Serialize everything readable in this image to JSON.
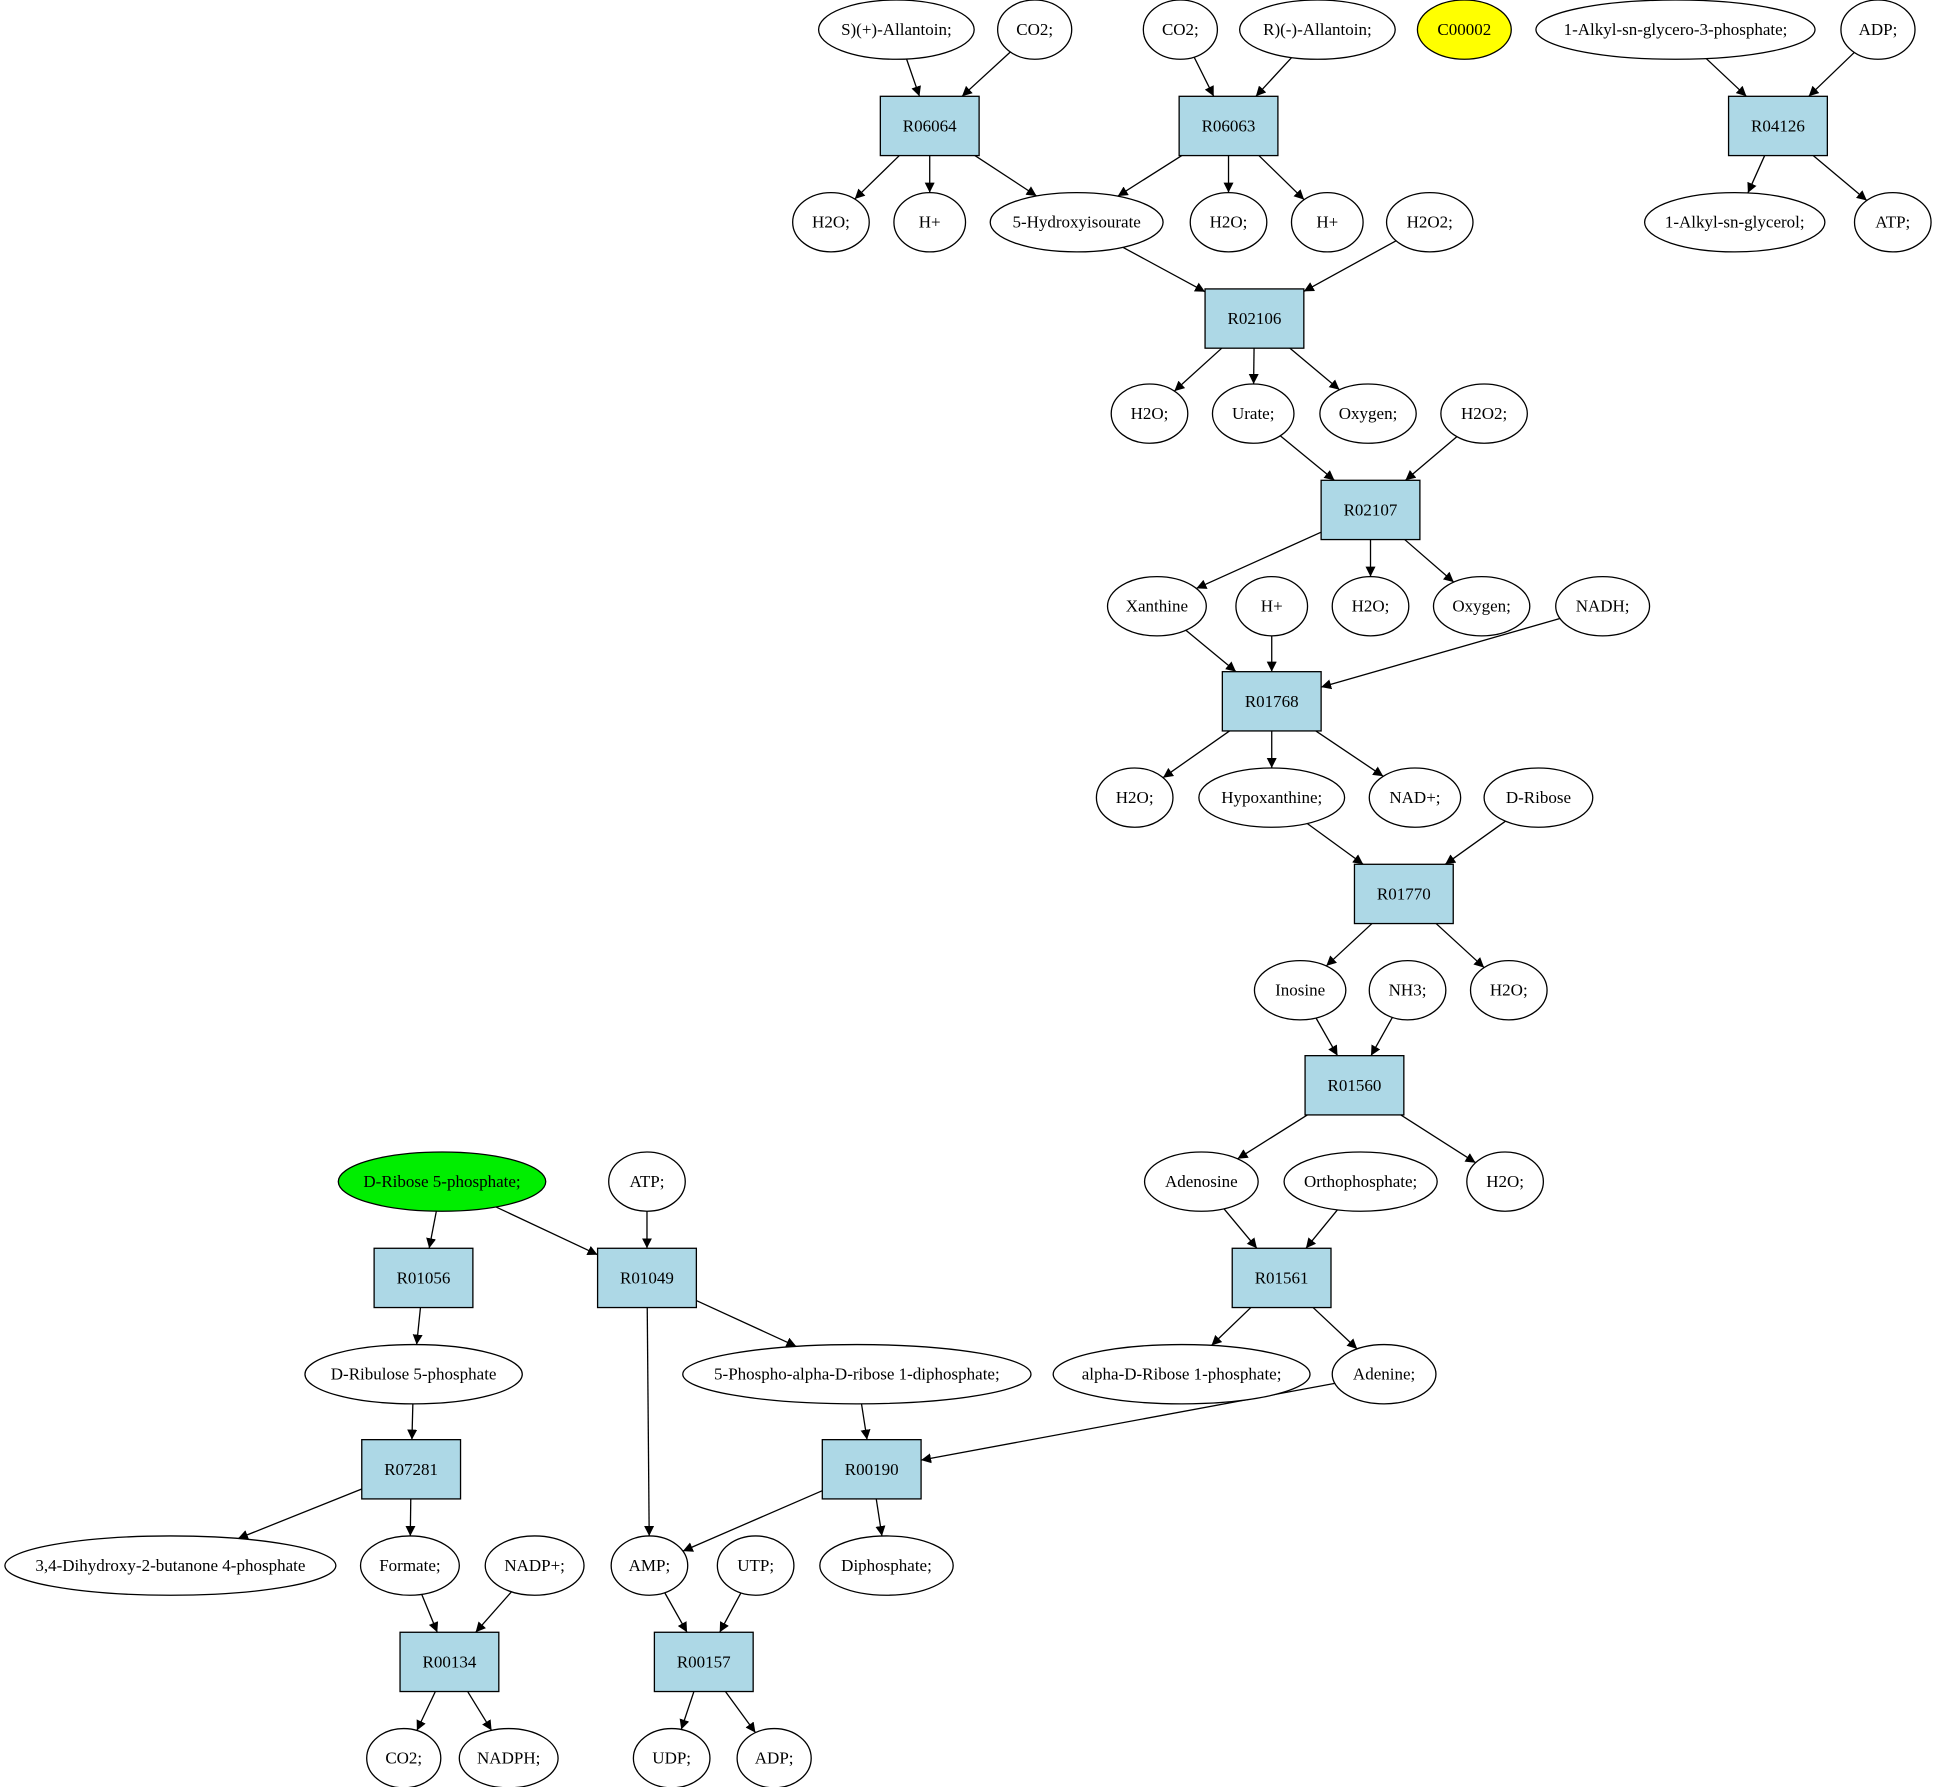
{
  "compounds": {
    "c_sallantoin": "S)(+)-Allantoin;",
    "c_co2_a": "CO2;",
    "c_co2_b": "CO2;",
    "c_rallantoin": "R)(-)-Allantoin;",
    "c_C00002": "C00002",
    "c_alkylg3p": "1-Alkyl-sn-glycero-3-phosphate;",
    "c_adp_top": "ADP;",
    "c_h2o_1": "H2O;",
    "c_hplus_1": "H+",
    "c_5hiu": "5-Hydroxyisourate",
    "c_h2o_2": "H2O;",
    "c_hplus_2": "H+",
    "c_h2o2_1": "H2O2;",
    "c_alkylglycerol": "1-Alkyl-sn-glycerol;",
    "c_atp_top": "ATP;",
    "c_h2o_3": "H2O;",
    "c_urate": "Urate;",
    "c_oxygen_1": "Oxygen;",
    "c_h2o2_2": "H2O2;",
    "c_xanthine": "Xanthine",
    "c_hplus_3": "H+",
    "c_h2o_4": "H2O;",
    "c_oxygen_2": "Oxygen;",
    "c_nadh": "NADH;",
    "c_h2o_5": "H2O;",
    "c_hypoxanthine": "Hypoxanthine;",
    "c_nadplus": "NAD+;",
    "c_dribose": "D-Ribose",
    "c_inosine": "Inosine",
    "c_nh3": "NH3;",
    "c_h2o_6": "H2O;",
    "c_adenosine": "Adenosine",
    "c_orthophosphate": "Orthophosphate;",
    "c_h2o_7": "H2O;",
    "c_r5p": "D-Ribose 5-phosphate;",
    "c_atp_mid": "ATP;",
    "c_ru5p": "D-Ribulose 5-phosphate",
    "c_prpp": "5-Phospho-alpha-D-ribose 1-diphosphate;",
    "c_ar1p": "alpha-D-Ribose 1-phosphate;",
    "c_adenine": "Adenine;",
    "c_dhbp": "3,4-Dihydroxy-2-butanone 4-phosphate",
    "c_formate": "Formate;",
    "c_nadpplus": "NADP+;",
    "c_amp": "AMP;",
    "c_utp": "UTP;",
    "c_diphosphate": "Diphosphate;",
    "c_co2_c": "CO2;",
    "c_nadph": "NADPH;",
    "c_udp": "UDP;",
    "c_adp_bot": "ADP;"
  },
  "reactions": {
    "r_R06064": "R06064",
    "r_R06063": "R06063",
    "r_R04126": "R04126",
    "r_R02106": "R02106",
    "r_R02107": "R02107",
    "r_R01768": "R01768",
    "r_R01770": "R01770",
    "r_R01560": "R01560",
    "r_R01561": "R01561",
    "r_R01056": "R01056",
    "r_R01049": "R01049",
    "r_R00190": "R00190",
    "r_R07281": "R07281",
    "r_R00134": "R00134",
    "r_R00157": "R00157"
  },
  "highlights": {
    "c_r5p": "#00ee00",
    "c_C00002": "#ffff00"
  },
  "edges": [
    [
      "c_sallantoin",
      "r_R06064"
    ],
    [
      "c_co2_a",
      "r_R06064"
    ],
    [
      "r_R06064",
      "c_h2o_1"
    ],
    [
      "r_R06064",
      "c_hplus_1"
    ],
    [
      "r_R06064",
      "c_5hiu"
    ],
    [
      "c_co2_b",
      "r_R06063"
    ],
    [
      "c_rallantoin",
      "r_R06063"
    ],
    [
      "r_R06063",
      "c_5hiu"
    ],
    [
      "r_R06063",
      "c_h2o_2"
    ],
    [
      "r_R06063",
      "c_hplus_2"
    ],
    [
      "c_alkylg3p",
      "r_R04126"
    ],
    [
      "c_adp_top",
      "r_R04126"
    ],
    [
      "r_R04126",
      "c_alkylglycerol"
    ],
    [
      "r_R04126",
      "c_atp_top"
    ],
    [
      "c_5hiu",
      "r_R02106"
    ],
    [
      "c_h2o2_1",
      "r_R02106"
    ],
    [
      "r_R02106",
      "c_h2o_3"
    ],
    [
      "r_R02106",
      "c_urate"
    ],
    [
      "r_R02106",
      "c_oxygen_1"
    ],
    [
      "c_urate",
      "r_R02107"
    ],
    [
      "c_h2o2_2",
      "r_R02107"
    ],
    [
      "r_R02107",
      "c_xanthine"
    ],
    [
      "r_R02107",
      "c_h2o_4"
    ],
    [
      "r_R02107",
      "c_oxygen_2"
    ],
    [
      "c_xanthine",
      "r_R01768"
    ],
    [
      "c_hplus_3",
      "r_R01768"
    ],
    [
      "c_nadh",
      "r_R01768"
    ],
    [
      "r_R01768",
      "c_h2o_5"
    ],
    [
      "r_R01768",
      "c_hypoxanthine"
    ],
    [
      "r_R01768",
      "c_nadplus"
    ],
    [
      "c_hypoxanthine",
      "r_R01770"
    ],
    [
      "c_dribose",
      "r_R01770"
    ],
    [
      "r_R01770",
      "c_inosine"
    ],
    [
      "r_R01770",
      "c_h2o_6"
    ],
    [
      "c_inosine",
      "r_R01560"
    ],
    [
      "c_nh3",
      "r_R01560"
    ],
    [
      "r_R01560",
      "c_adenosine"
    ],
    [
      "r_R01560",
      "c_h2o_7"
    ],
    [
      "c_adenosine",
      "r_R01561"
    ],
    [
      "c_orthophosphate",
      "r_R01561"
    ],
    [
      "r_R01561",
      "c_ar1p"
    ],
    [
      "r_R01561",
      "c_adenine"
    ],
    [
      "c_r5p",
      "r_R01056"
    ],
    [
      "c_r5p",
      "r_R01049"
    ],
    [
      "c_atp_mid",
      "r_R01049"
    ],
    [
      "r_R01056",
      "c_ru5p"
    ],
    [
      "r_R01049",
      "c_prpp"
    ],
    [
      "r_R01049",
      "c_amp"
    ],
    [
      "c_ru5p",
      "r_R07281"
    ],
    [
      "r_R07281",
      "c_dhbp"
    ],
    [
      "r_R07281",
      "c_formate"
    ],
    [
      "c_prpp",
      "r_R00190"
    ],
    [
      "c_adenine",
      "r_R00190"
    ],
    [
      "r_R00190",
      "c_amp"
    ],
    [
      "r_R00190",
      "c_diphosphate"
    ],
    [
      "c_formate",
      "r_R00134"
    ],
    [
      "c_nadpplus",
      "r_R00134"
    ],
    [
      "r_R00134",
      "c_co2_c"
    ],
    [
      "r_R00134",
      "c_nadph"
    ],
    [
      "c_amp",
      "r_R00157"
    ],
    [
      "c_utp",
      "r_R00157"
    ],
    [
      "r_R00157",
      "c_udp"
    ],
    [
      "r_R00157",
      "c_adp_bot"
    ]
  ]
}
